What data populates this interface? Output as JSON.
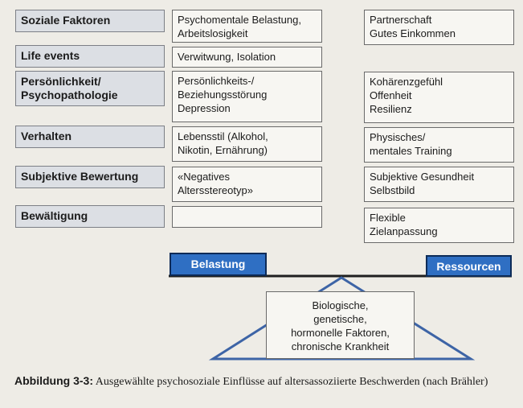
{
  "categories": [
    {
      "label": "Soziale Faktoren"
    },
    {
      "label": "Life events"
    },
    {
      "label_lines": [
        "Persönlichkeit/",
        "Psychopathologie"
      ]
    },
    {
      "label": "Verhalten"
    },
    {
      "label": "Subjektive Bewertung"
    },
    {
      "label": "Bewältigung"
    }
  ],
  "belastungen": [
    {
      "lines": [
        "Psychomentale Belastung,",
        "Arbeitslosigkeit"
      ]
    },
    {
      "lines": [
        "Verwitwung, Isolation"
      ]
    },
    {
      "lines": [
        "Persönlichkeits-/",
        "Beziehungsstörung",
        "Depression"
      ]
    },
    {
      "lines": [
        "Lebensstil (Alkohol,",
        "Nikotin, Ernährung)"
      ]
    },
    {
      "lines": [
        "«Negatives",
        "Altersstereotyp»"
      ]
    },
    {
      "lines": []
    }
  ],
  "ressourcen": [
    {
      "lines": [
        "Partnerschaft",
        "Gutes Einkommen"
      ]
    },
    {
      "lines": [
        "Kohärenzgefühl",
        "Offenheit",
        "Resilienz"
      ]
    },
    {
      "lines": [
        "Physisches/",
        "mentales Training"
      ]
    },
    {
      "lines": [
        "Subjektive Gesundheit",
        "Selbstbild"
      ]
    },
    {
      "lines": [
        "Flexible",
        "Zielanpassung"
      ]
    }
  ],
  "balance": {
    "left_label": "Belastung",
    "right_label": "Ressourcen",
    "fulcrum_lines": [
      "Biologische,",
      "genetische,",
      "hormonelle Faktoren,",
      "chronische Krankheit"
    ]
  },
  "caption": {
    "figure_label": "Abbildung 3-3:",
    "text": " Ausgewählte psychosoziale Einflüsse auf altersassoziierte Beschwerden (nach Brähler)"
  },
  "colors": {
    "accent_blue": "#2f6fc3",
    "triangle_blue": "#3d64a6",
    "category_fill": "#dcdfe4"
  }
}
